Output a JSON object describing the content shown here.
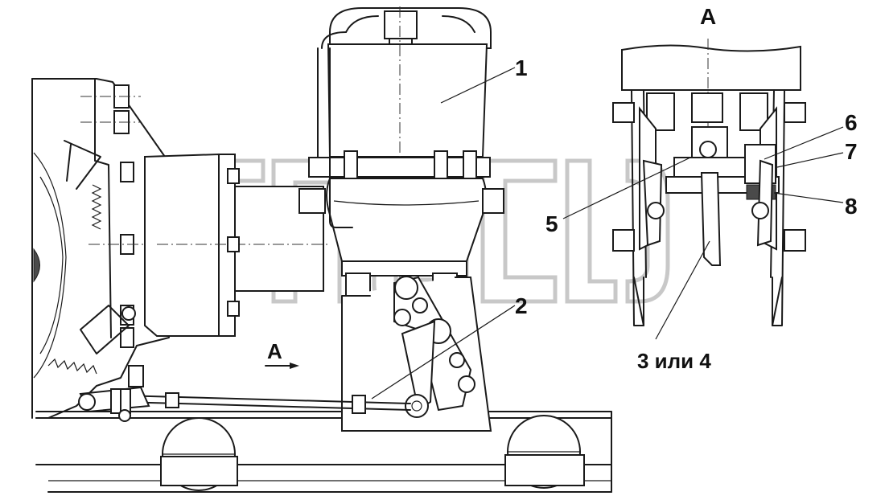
{
  "view_label": "A",
  "view_arrow_label": "A",
  "callouts": {
    "c1": "1",
    "c2": "2",
    "c3": "3 или 4",
    "c5": "5",
    "c6": "6",
    "c7": "7",
    "c8": "8"
  }
}
